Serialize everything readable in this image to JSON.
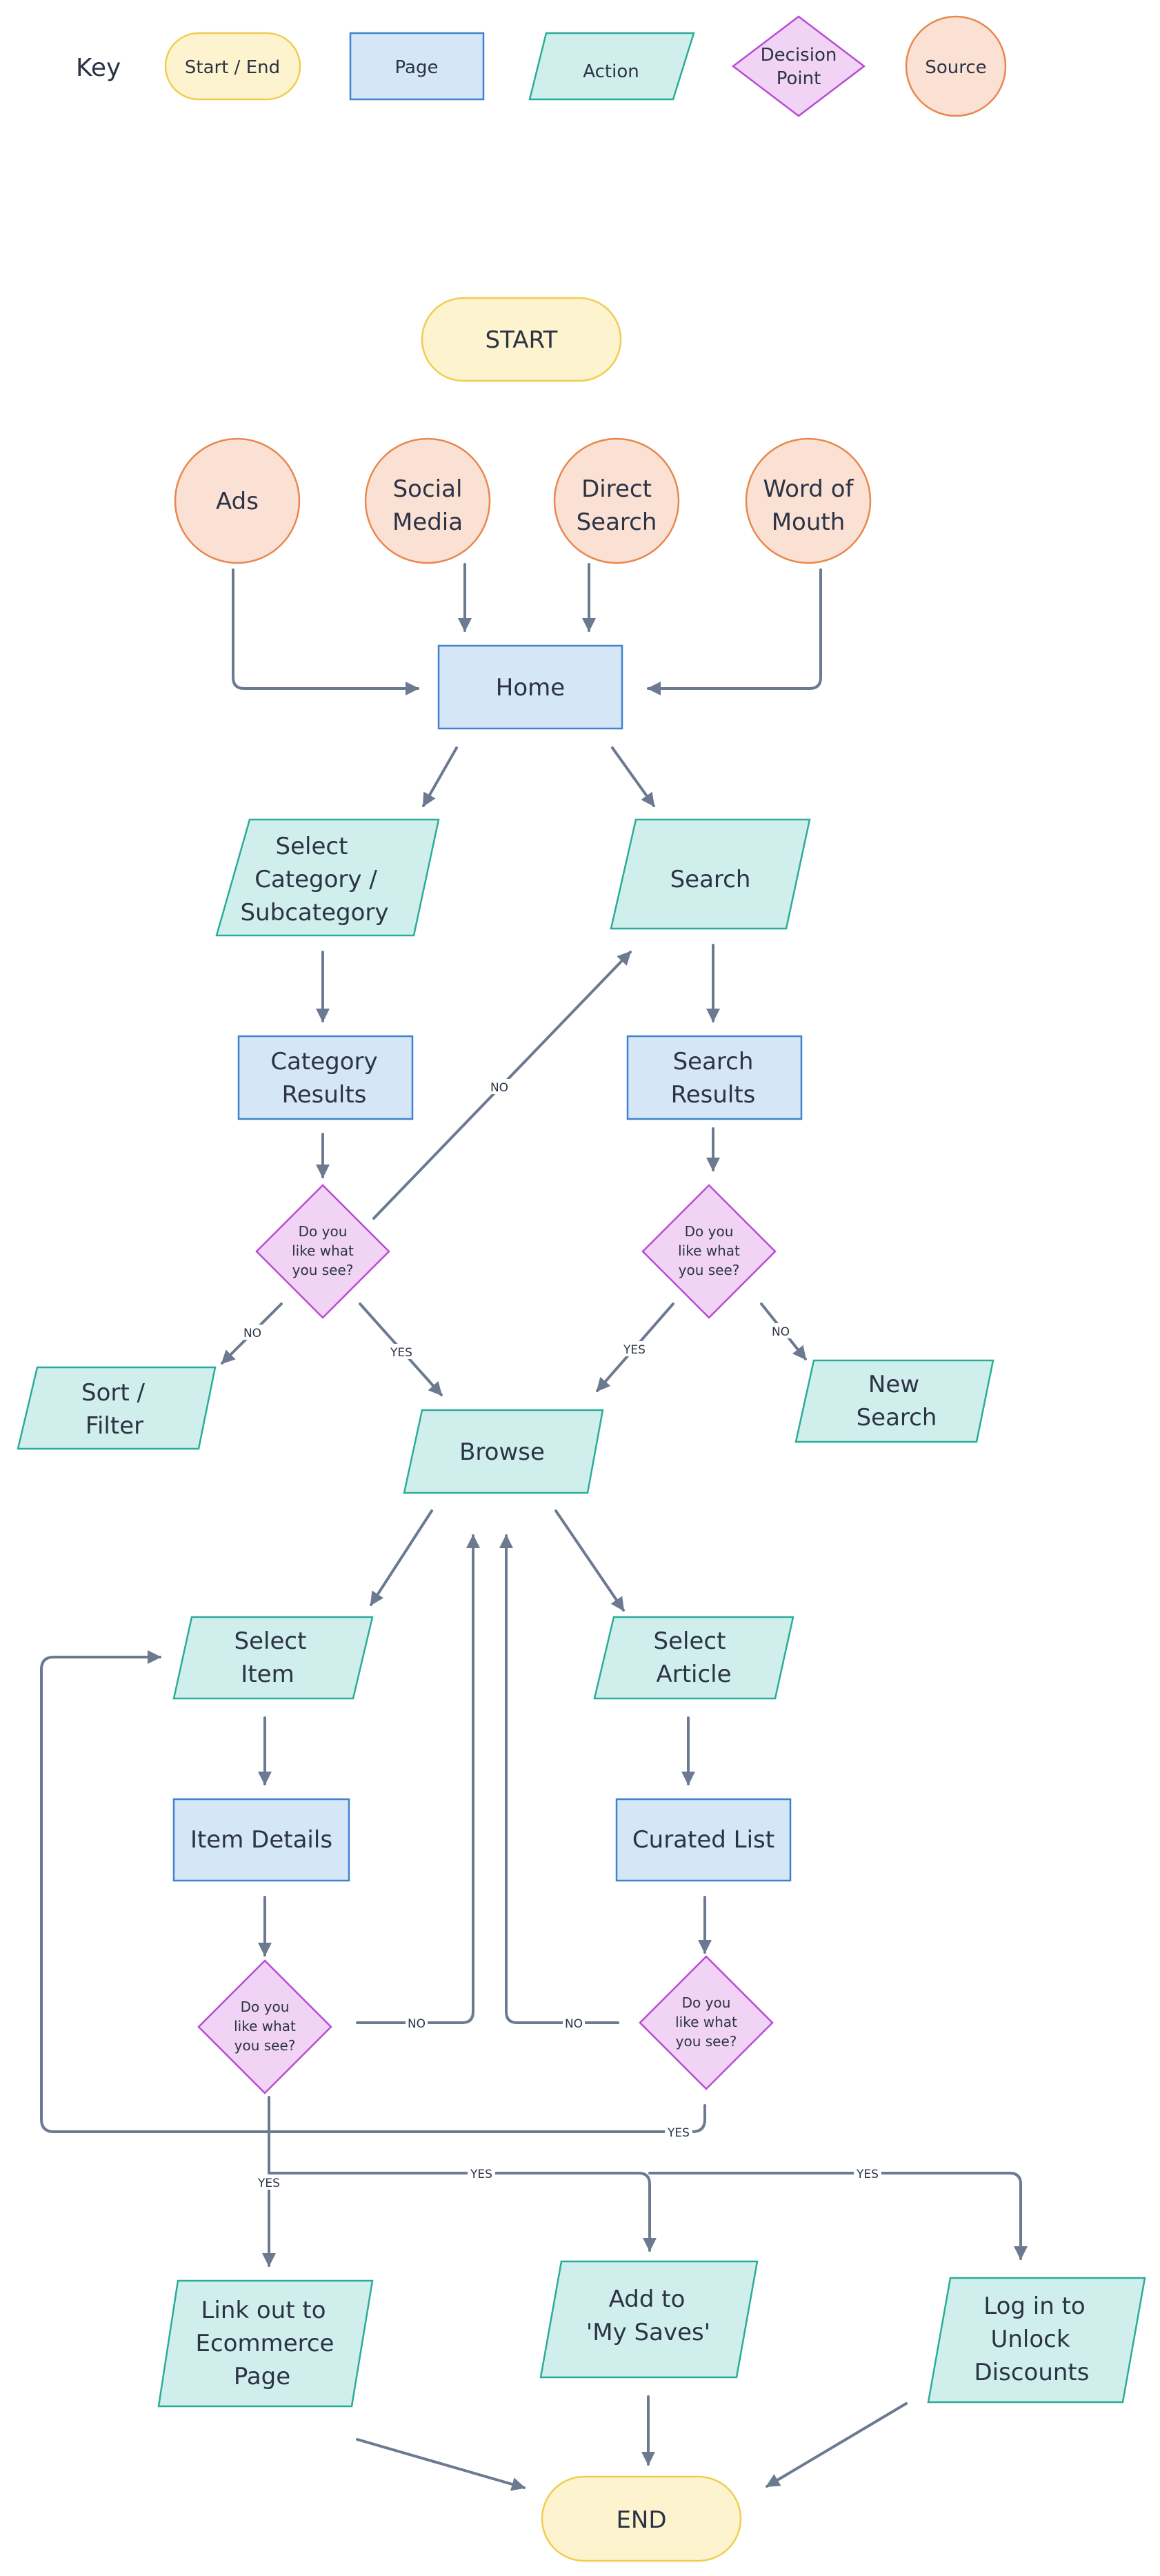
{
  "key": {
    "title": "Key",
    "start_end": "Start / End",
    "page": "Page",
    "action": "Action",
    "decision": [
      "Decision",
      "Point"
    ],
    "source": "Source"
  },
  "nodes": {
    "start": [
      "START"
    ],
    "ads": [
      "Ads"
    ],
    "social_media": [
      "Social",
      "Media"
    ],
    "direct_search": [
      "Direct",
      "Search"
    ],
    "word_of_mouth": [
      "Word of",
      "Mouth"
    ],
    "home": [
      "Home"
    ],
    "select_category": [
      "Select",
      "Category /",
      "Subcategory"
    ],
    "search": [
      "Search"
    ],
    "category_results": [
      "Category",
      "Results"
    ],
    "search_results": [
      "Search",
      "Results"
    ],
    "decision_category": [
      "Do you",
      "like what",
      "you see?"
    ],
    "decision_search": [
      "Do you",
      "like what",
      "you see?"
    ],
    "sort_filter": [
      "Sort /",
      "Filter"
    ],
    "new_search": [
      "New",
      "Search"
    ],
    "browse": [
      "Browse"
    ],
    "select_item": [
      "Select",
      "Item"
    ],
    "select_article": [
      "Select",
      "Article"
    ],
    "item_details": [
      "Item Details"
    ],
    "curated_list": [
      "Curated List"
    ],
    "decision_item": [
      "Do you",
      "like what",
      "you see?"
    ],
    "decision_article": [
      "Do you",
      "like what",
      "you see?"
    ],
    "link_out": [
      "Link out to",
      "Ecommerce",
      "Page"
    ],
    "add_to_saves": [
      "Add to",
      "'My Saves'"
    ],
    "log_in": [
      "Log in to",
      "Unlock",
      "Discounts"
    ],
    "end": [
      "END"
    ]
  },
  "edge_labels": {
    "no": "NO",
    "yes": "YES"
  },
  "colors": {
    "start_end_fill": "#fdf4cf",
    "start_end_stroke": "#f0cd50",
    "page_fill": "#d5e6f7",
    "page_stroke": "#3f83cf",
    "action_fill": "#d0efec",
    "action_stroke": "#2aac9a",
    "decision_fill": "#f0d3f5",
    "decision_stroke": "#b84cd3",
    "source_fill": "#fbe1d4",
    "source_stroke": "#e7884e",
    "edge": "#6b7a90"
  }
}
